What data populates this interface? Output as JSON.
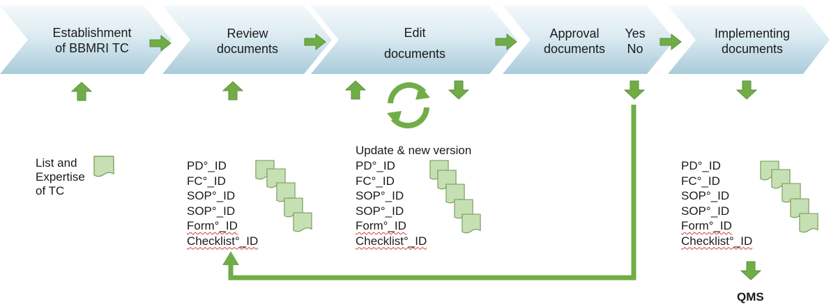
{
  "steps": [
    {
      "lines": [
        "Establishment",
        "of BBMRI TC"
      ]
    },
    {
      "lines": [
        "Review",
        "documents"
      ]
    },
    {
      "lines": [
        "Edit",
        "documents"
      ]
    },
    {
      "lines": [
        "Approval",
        "documents"
      ],
      "options": [
        "Yes",
        "No"
      ]
    },
    {
      "lines": [
        "Implementing",
        "documents"
      ]
    }
  ],
  "list_expertise": [
    "List and",
    "Expertise",
    "of TC"
  ],
  "update_label": "Update & new version",
  "doc_items": [
    "PD°_ID",
    "FC°_ID",
    "SOP°_ID",
    "SOP°_ID",
    "Form°_ID",
    "Checklist°_ID"
  ],
  "qms_label": "QMS",
  "colors": {
    "arrow_green": "#70ad47",
    "doc_fill": "#c6e0b4",
    "chevron_light": "#eef6fa",
    "chevron_dark": "#b9d6e2"
  }
}
